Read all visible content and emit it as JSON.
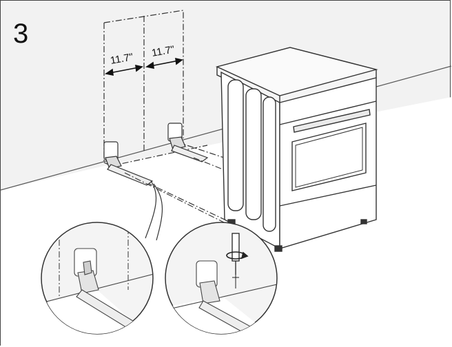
{
  "figure": {
    "step_number": "3",
    "dimension_left": "11.7\"",
    "dimension_right": "11.7\""
  },
  "icons": {
    "main": "freestanding-range-icon",
    "bracket": "anti-tip-bracket-icon",
    "screw": "screw-icon",
    "screwdriver": "screwdriver-icon",
    "rotate": "rotate-arrow-icon"
  },
  "colors": {
    "line": "#333333",
    "wall": "#f2f2f2",
    "floor": "#ffffff"
  }
}
